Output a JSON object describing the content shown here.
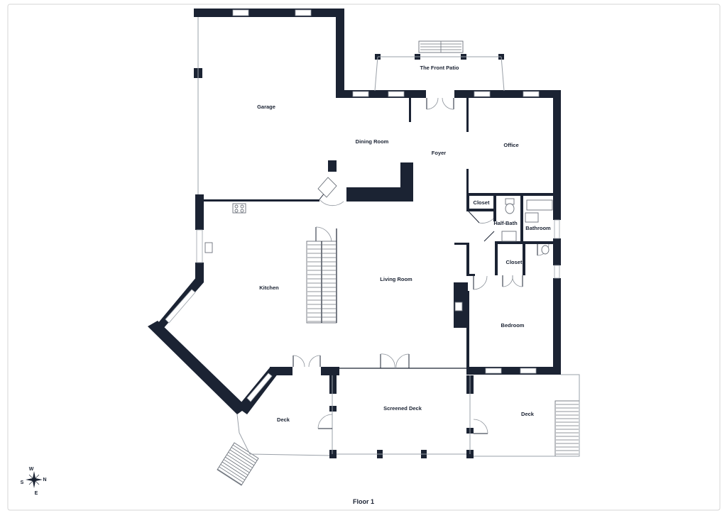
{
  "floor": {
    "label": "Floor 1"
  },
  "rooms": {
    "garage": "Garage",
    "front_patio": "The Front Patio",
    "dining_room": "Dining Room",
    "foyer": "Foyer",
    "office": "Office",
    "closet_upper": "Closet",
    "half_bath": "Half-Bath",
    "bathroom": "Bathroom",
    "closet_lower": "Closet",
    "kitchen": "Kitchen",
    "living_room": "Living Room",
    "bedroom": "Bedroom",
    "deck_left": "Deck",
    "screened_deck": "Screened Deck",
    "deck_right": "Deck"
  },
  "compass": {
    "north": "N",
    "south": "S",
    "east": "E",
    "west": "W"
  },
  "colors": {
    "wall": "#1b2333",
    "background": "#ffffff",
    "frame": "#d6d6d6"
  }
}
